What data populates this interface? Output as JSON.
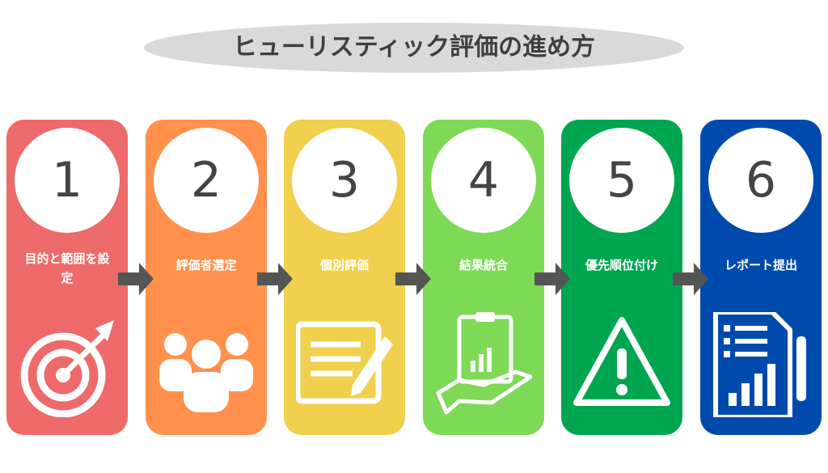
{
  "title": "ヒューリスティック評価の進め方",
  "steps": [
    {
      "number": "1",
      "label": "目的と範囲を設定",
      "color": "#ee6a6a",
      "icon": "target-icon"
    },
    {
      "number": "2",
      "label": "評価者選定",
      "color": "#ff914d",
      "icon": "people-icon"
    },
    {
      "number": "3",
      "label": "個別評価",
      "color": "#f0d04c",
      "icon": "document-pencil-icon"
    },
    {
      "number": "4",
      "label": "結果統合",
      "color": "#7ed957",
      "icon": "clipboard-hand-icon"
    },
    {
      "number": "5",
      "label": "優先順位付け",
      "color": "#00a550",
      "icon": "warning-icon"
    },
    {
      "number": "6",
      "label": "レポート提出",
      "color": "#004aad",
      "icon": "report-icon"
    }
  ]
}
